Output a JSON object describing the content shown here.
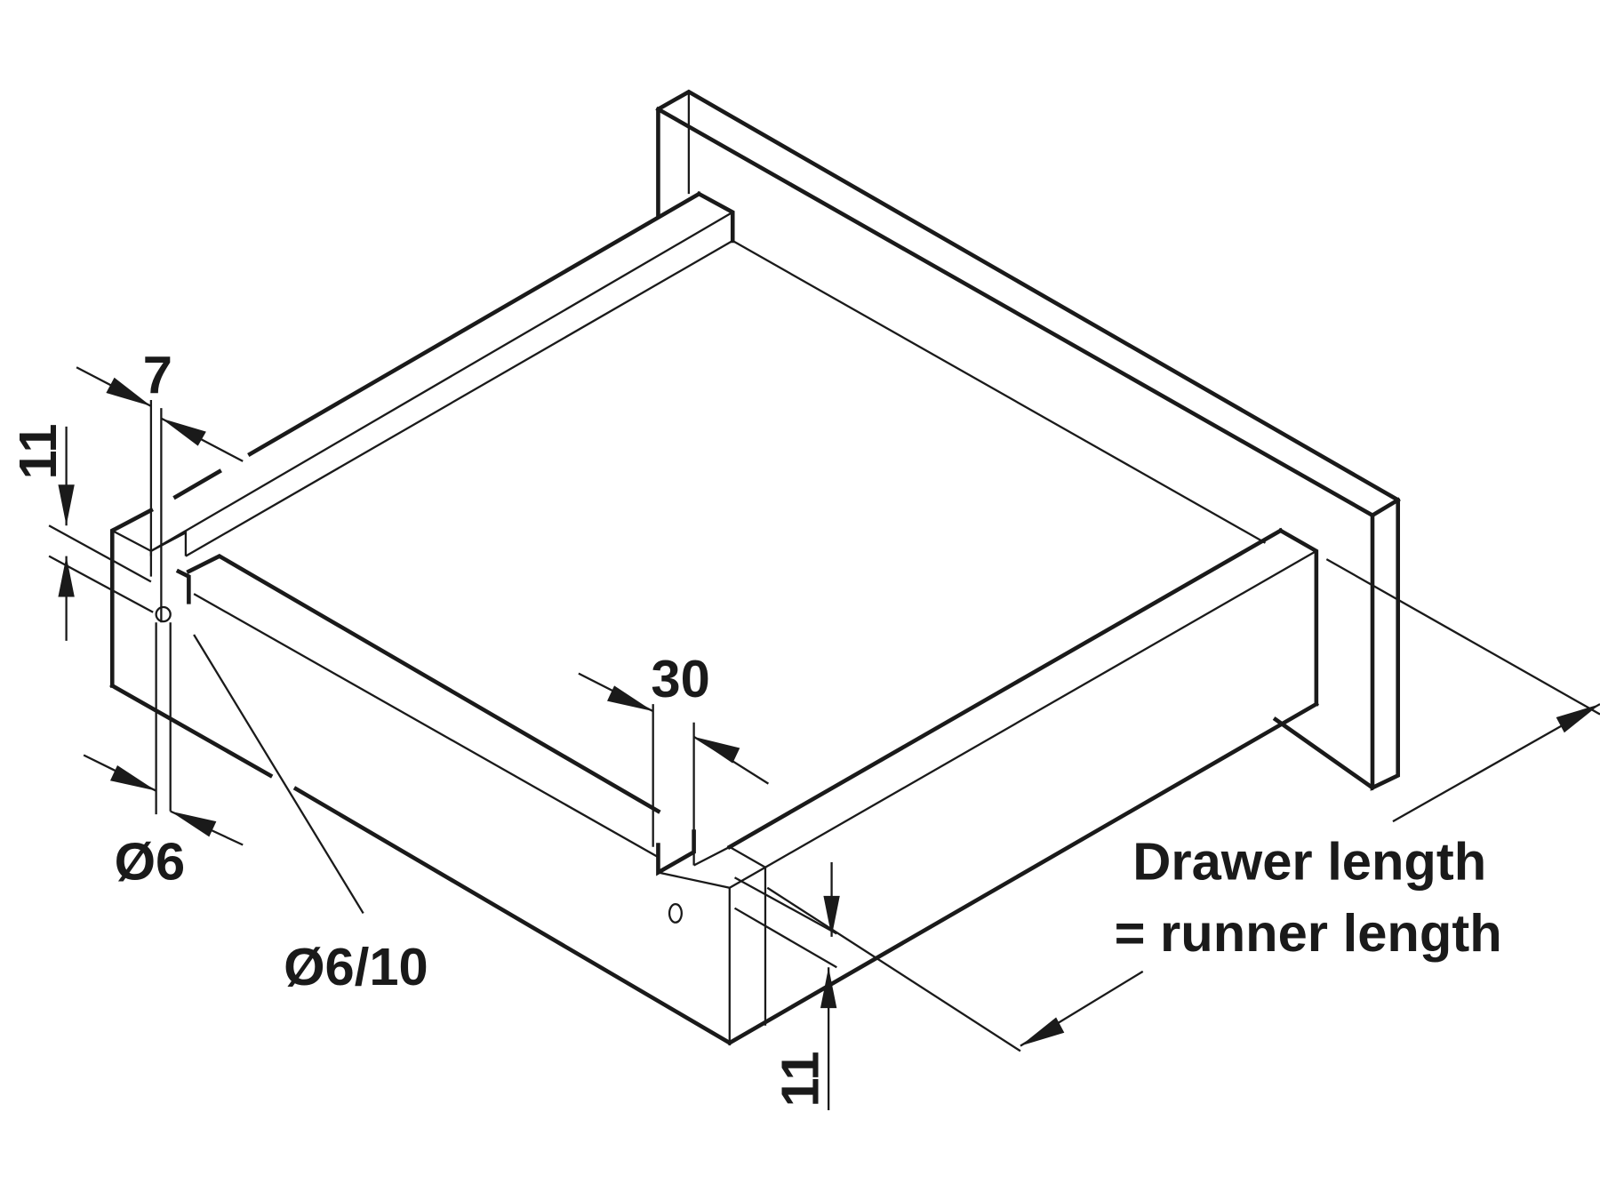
{
  "diagram": {
    "subject": "drawer-with-runners",
    "dimensions": {
      "rail_width": "7",
      "hole_height_left": "11",
      "hole_diameter": "Ø6",
      "hole_diameter_alt": "Ø6/10",
      "rail_offset": "30",
      "hole_height_right": "11",
      "length_line1": "Drawer length",
      "length_line2": "= runner length"
    },
    "line_color": "#1a1a1a",
    "background": "#ffffff"
  }
}
